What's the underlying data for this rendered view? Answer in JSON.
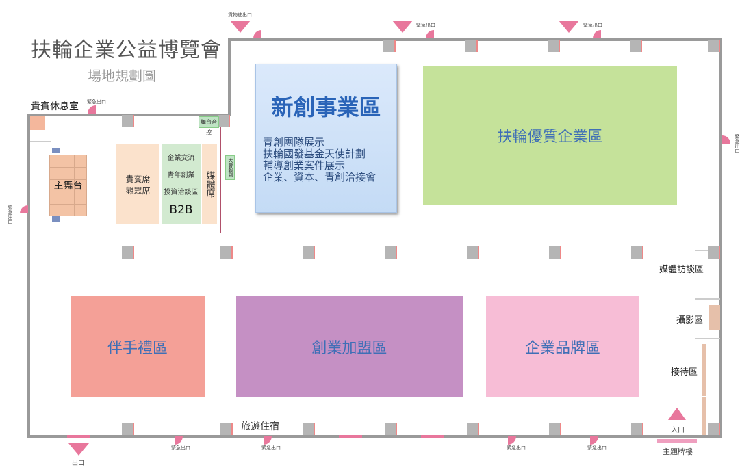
{
  "title": "扶輪企業公益博覽會",
  "subtitle": "場地規劃圖",
  "rooms": {
    "vip_lounge": "貴賓休息室",
    "stage_control": "舞台音控",
    "registration": "大會報到",
    "main_stage": "主舞台",
    "vip_seats": [
      "貴賓席",
      "觀眾席"
    ],
    "b2b": {
      "lines": [
        "企業交流",
        "青年創業",
        "投資洽談區"
      ],
      "label": "B2B"
    },
    "media_seats": "媒體席",
    "media_interview": "媒體訪談區",
    "photo": "攝影區",
    "reception": "接待區"
  },
  "zones": {
    "startup": {
      "title": "新創事業區",
      "items": [
        "青創團隊展示",
        "扶輪國發基金天使計劃",
        "輔導創業案件展示",
        "企業、資本、青創洽接會"
      ]
    },
    "quality": "扶輪優質企業區",
    "gift": "伴手禮區",
    "franchise": "創業加盟區",
    "brand": "企業品牌區"
  },
  "labels": {
    "cargo_exit": "貨物進出口",
    "emergency_exit": "緊急出口",
    "exit": "出口",
    "entrance": "入口",
    "travel": "旅遊住宿",
    "arch": "主題牌樓"
  },
  "colors": {
    "startup": "#cfe2f8",
    "quality": "#c5e29a",
    "gift": "#f4a097",
    "franchise": "#c590c4",
    "brand": "#f7bdd6",
    "door": "#e8779c"
  }
}
